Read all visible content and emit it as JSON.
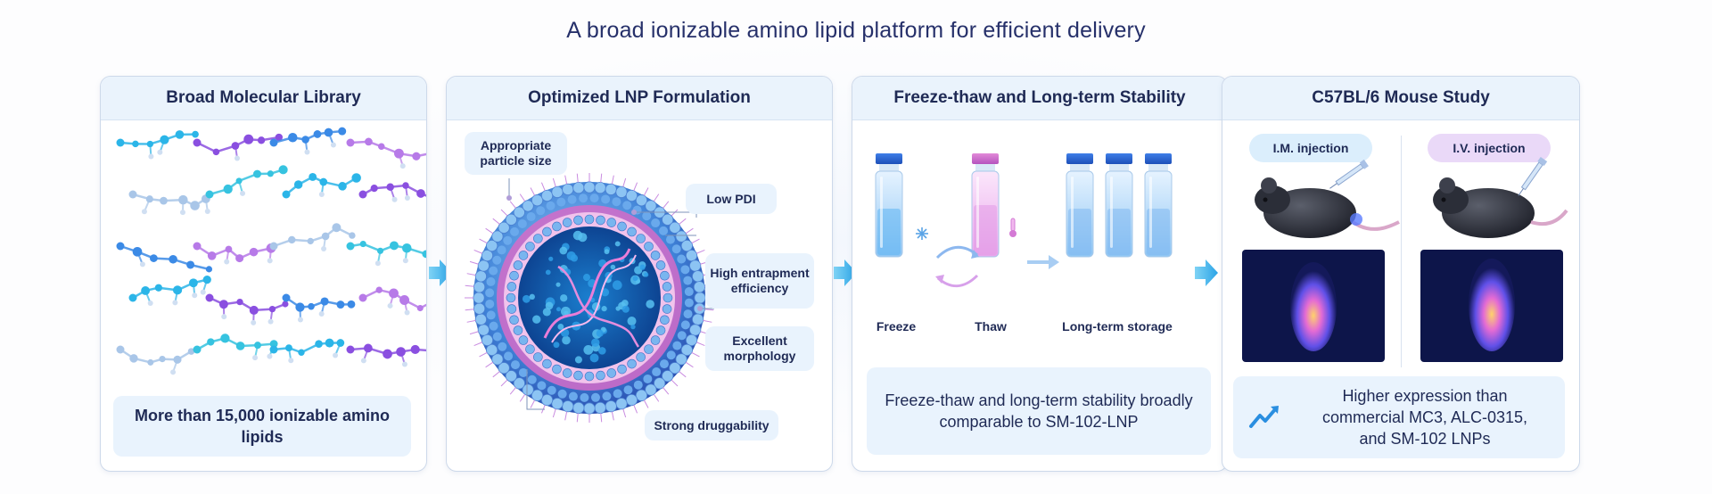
{
  "title": "A broad ionizable amino lipid platform for efficient delivery",
  "panels": {
    "library": {
      "heading": "Broad Molecular Library",
      "note": "More than 15,000 ionizable amino lipids"
    },
    "formulation": {
      "heading": "Optimized LNP Formulation",
      "callouts": {
        "size": "Appropriate particle size",
        "pdi": "Low PDI",
        "entrapment": "High entrapment efficiency",
        "morphology": "Excellent morphology",
        "druggability": "Strong druggability"
      }
    },
    "stability": {
      "heading": "Freeze-thaw and Long-term Stability",
      "labels": {
        "freeze": "Freeze",
        "thaw": "Thaw",
        "storage": "Long-term storage"
      },
      "note": "Freeze-thaw and long-term stability broadly comparable to SM-102-LNP"
    },
    "mouse": {
      "heading": "C57BL/6 Mouse Study",
      "im": "I.M. injection",
      "iv": "I.V. injection",
      "note": "Higher expression than commercial MC3, ALC-0315, and SM-102 LNPs"
    }
  },
  "colors": {
    "accent_blue": "#29a3e3",
    "accent_purple": "#a54ee0",
    "panel_header": "#eaf3fc",
    "text_dark": "#1f2a55"
  },
  "icons": [
    "molecule-icon",
    "lnp-sphere-icon",
    "snowflake-icon",
    "thermometer-icon",
    "vial-icon",
    "mouse-icon",
    "syringe-icon",
    "trend-up-icon",
    "flow-arrow-icon"
  ]
}
